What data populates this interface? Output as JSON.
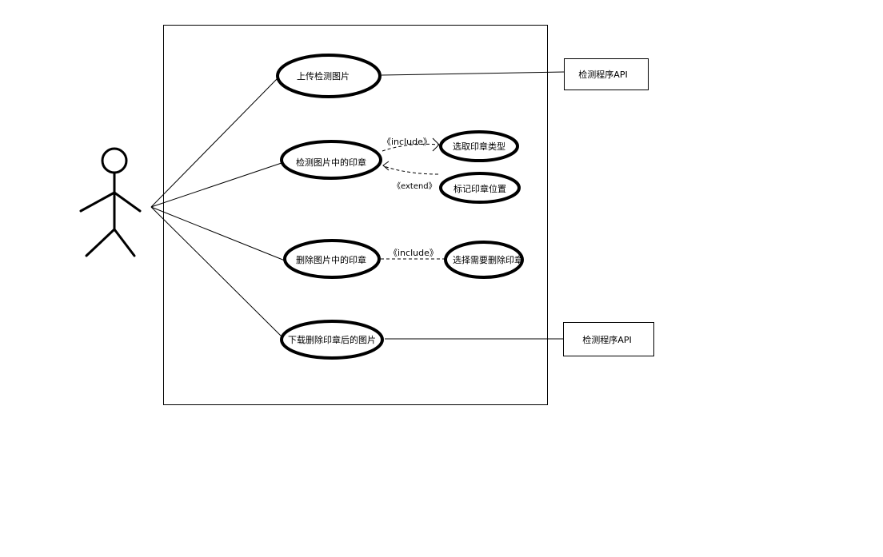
{
  "use_cases": {
    "upload": "上传检测图片",
    "detect": "检测图片中的印章",
    "delete": "删除图片中的印章",
    "download": "下载删除印章后的图片",
    "select_type": "选取印章类型",
    "mark_position": "标记印章位置",
    "select_delete": "选择需要删除印章"
  },
  "relations": {
    "include_1": "《include》",
    "extend": "《extend》",
    "include_2": "《include》"
  },
  "external": {
    "api_top": "检测程序API",
    "api_bottom": "检测程序API"
  }
}
